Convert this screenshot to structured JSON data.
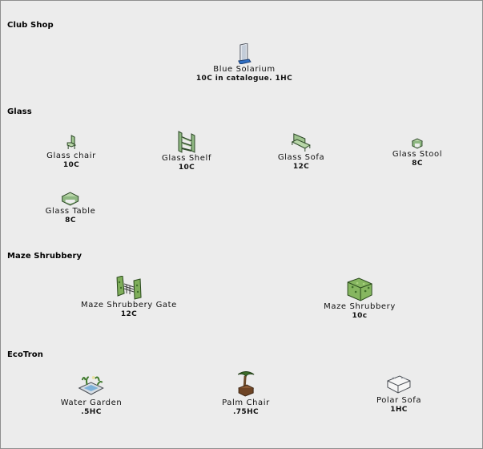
{
  "sections": {
    "club_shop": {
      "title": "Club Shop",
      "items": [
        {
          "name": "Blue Solarium",
          "price": "10C in catalogue. 1HC",
          "icon": "solarium-icon"
        }
      ]
    },
    "glass": {
      "title": "Glass",
      "items": [
        {
          "name": "Glass chair",
          "price": "10C",
          "icon": "glass-chair-icon"
        },
        {
          "name": "Glass Shelf",
          "price": "10C",
          "icon": "glass-shelf-icon"
        },
        {
          "name": "Glass Sofa",
          "price": "12C",
          "icon": "glass-sofa-icon"
        },
        {
          "name": "Glass Stool",
          "price": "8C",
          "icon": "glass-stool-icon"
        },
        {
          "name": "Glass Table",
          "price": "8C",
          "icon": "glass-table-icon"
        }
      ]
    },
    "maze": {
      "title": "Maze Shrubbery",
      "items": [
        {
          "name": "Maze Shrubbery Gate",
          "price": "12C",
          "icon": "shrubbery-gate-icon"
        },
        {
          "name": "Maze Shrubbery",
          "price": "10c",
          "icon": "shrubbery-icon"
        }
      ]
    },
    "ecotron": {
      "title": "EcoTron",
      "items": [
        {
          "name": "Water Garden",
          "price": ".5HC",
          "icon": "water-garden-icon"
        },
        {
          "name": "Palm Chair",
          "price": ".75HC",
          "icon": "palm-chair-icon"
        },
        {
          "name": "Polar Sofa",
          "price": "1HC",
          "icon": "polar-sofa-icon"
        }
      ]
    }
  }
}
